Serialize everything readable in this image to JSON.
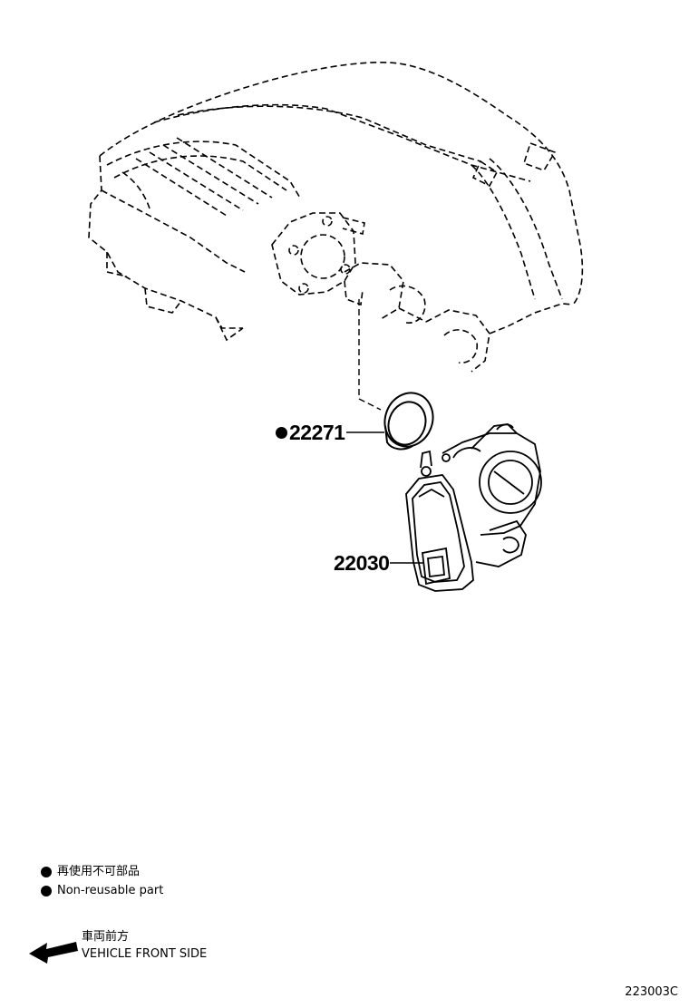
{
  "parts": [
    {
      "number": "22271",
      "non_reusable": true
    },
    {
      "number": "22030",
      "non_reusable": false
    }
  ],
  "legend": {
    "ja": "再使用不可部品",
    "en": "Non-reusable part"
  },
  "front": {
    "ja": "車両前方",
    "en": "VEHICLE FRONT SIDE"
  },
  "diagram_code": "223003C"
}
